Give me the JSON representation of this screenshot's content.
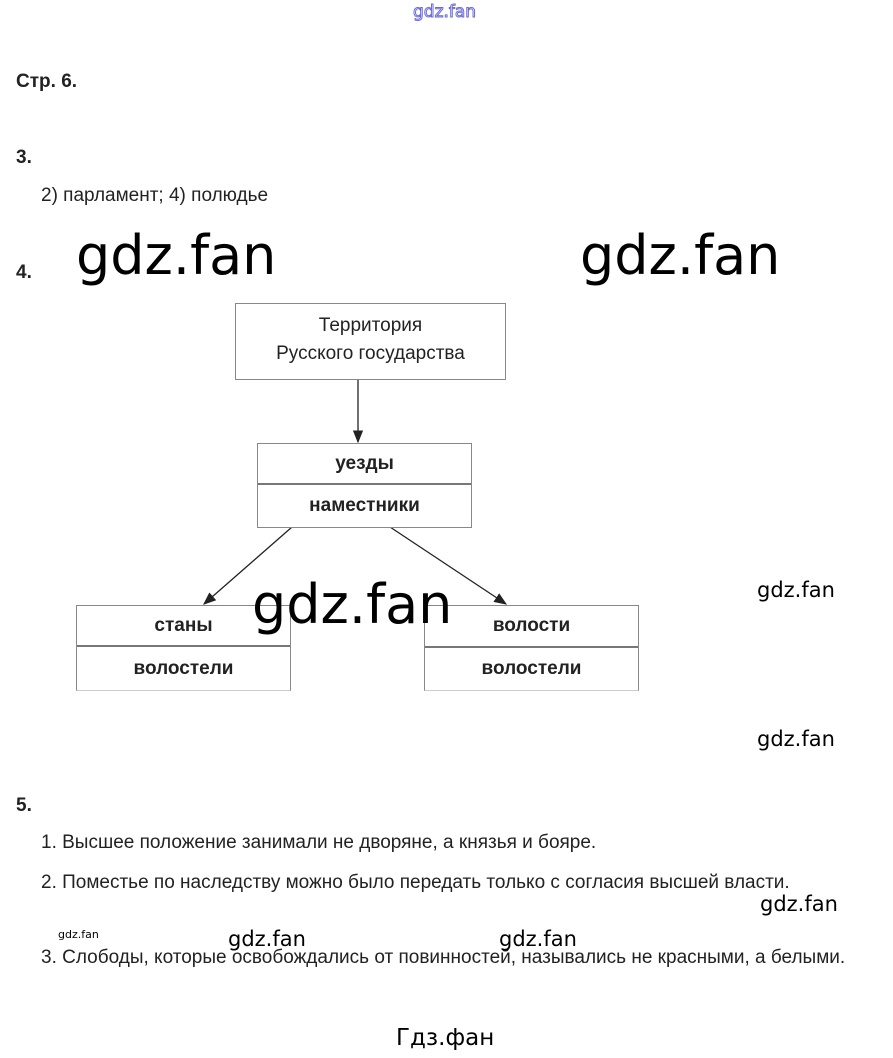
{
  "header": {
    "page_label": "Стр. 6."
  },
  "task3": {
    "number": "3.",
    "answer": "2) парламент; 4) полюдье"
  },
  "task4": {
    "number": "4.",
    "root": {
      "line1": "Территория",
      "line2": "Русского государства"
    },
    "middle": {
      "top": "уезды",
      "bottom": "наместники"
    },
    "left": {
      "top": "станы",
      "bottom": "волостели"
    },
    "right": {
      "top": "волости",
      "bottom": "волостели"
    }
  },
  "task5": {
    "number": "5.",
    "items": [
      "1. Высшее положение занимали не дворяне, а князья и бояре.",
      "2. Поместье по наследству можно было передать только с согласия высшей власти.",
      "3. Слободы, которые освобождались от повинностей, назывались не красными, а белыми."
    ]
  },
  "watermarks": {
    "site": "gdz.fan",
    "site_ru": "Гдз.фан"
  }
}
